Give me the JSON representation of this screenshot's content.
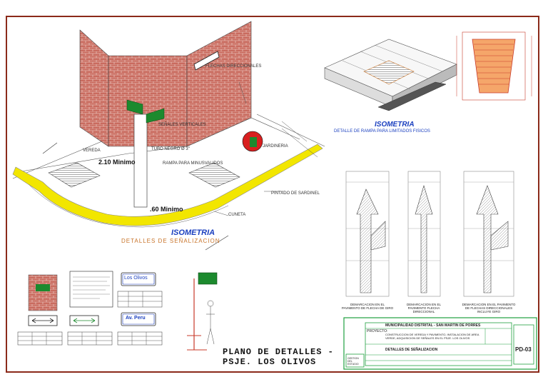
{
  "drawing": {
    "iso_left": {
      "label_flechas": "FLECHAS DIRECCIONALES",
      "label_senales": "SEÑALES VERTICALES",
      "label_vereda": "VEREDA",
      "label_tubo": "TUBO NEGRO Ø 3\"",
      "label_jardineria": "JARDINERIA",
      "label_rampa": "RAMPA PARA MINUSVALIDOS",
      "label_pintado": "PINTADO DE SARDINEL",
      "label_cuneta": "CUNETA",
      "dim_210": "2.10 Minimo",
      "dim_060": ".60 Minimo",
      "isometria": "ISOMETRIA",
      "detalles": "DETALLES DE SEÑALIZACION"
    },
    "iso_right": {
      "isometria": "ISOMETRIA",
      "detalle_rampa": "DETALLE DE RAMPA PARA LIMITADOS FISICOS"
    },
    "arrows": {
      "caption1": "DEMARCACION EN EL PAVIMENTO DE FLECHA DE GIRO",
      "caption2": "DEMARCACION EN EL PAVIMENTO FLECHA DIRECCIONAL",
      "caption3": "DEMARCACION EN EL PAVIMENTO DE FLECHAS DIRECCIONALES INCLUYE GIRO"
    },
    "signs": {
      "los_olivos": "Los Olivos",
      "av_peru": "Av. Peru"
    },
    "plano_title_1": "PLANO DE DETALLES -",
    "plano_title_2": "PSJE. LOS OLIVOS",
    "titleblock": {
      "municipality": "MUNICIPALIDAD DISTRITAL - SAN MARTIN DE PORRES",
      "proyecto_label": "PROYECTO:",
      "description": "CONSTRUCCION DE VEREDA Y PAVIMENTO, INSTALACION DE AREA VERDE, ADQUISICION DE SEÑALES EN EL PSJE. LOS OLIVOS",
      "plano_name": "DETALLES DE SEÑALIZACION",
      "sheet_code": "PD-03",
      "gestion": "GESTION DEL ESTUDIO"
    }
  },
  "colors": {
    "brick": "#c0504d",
    "curb_yellow": "#f2e600",
    "sign_green": "#1c8a2e",
    "iso_blue": "#1a3fbf",
    "frame": "#8b2a1a",
    "titleblock_green": "#20a040"
  }
}
